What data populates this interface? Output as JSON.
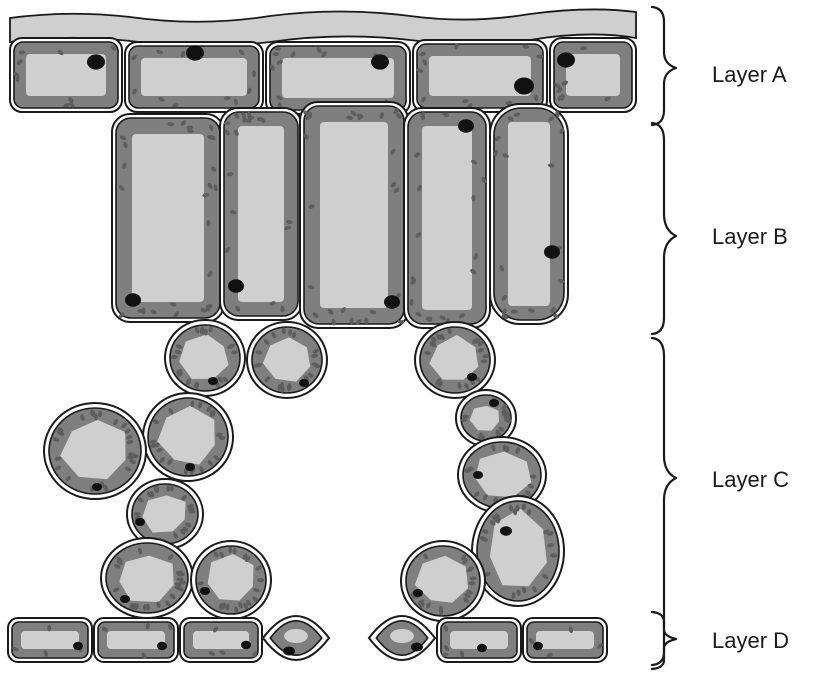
{
  "layers": {
    "a": "Layer A",
    "b": "Layer B",
    "c": "Layer C",
    "d": "Layer D"
  },
  "colors": {
    "cell_wall": "#ffffff",
    "cytoplasm": "#7f7f7f",
    "vacuole": "#cfcfcf",
    "chloroplast": "#5e5e5e",
    "nucleus": "#111111",
    "outline": "#1a1a1a"
  }
}
